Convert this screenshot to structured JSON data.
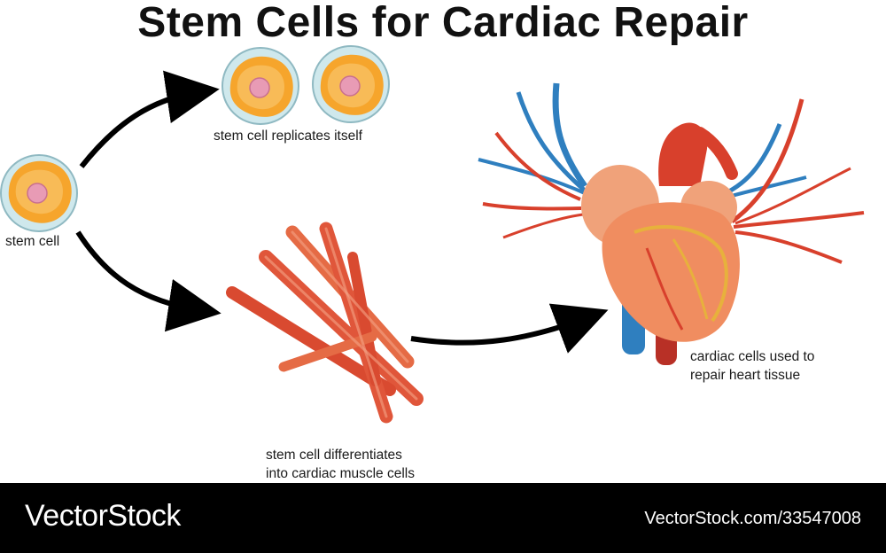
{
  "title": "Stem Cells for Cardiac Repair",
  "labels": {
    "stem_cell": "stem cell",
    "replicates": "stem cell replicates itself",
    "differentiates_line1": "stem cell differentiates",
    "differentiates_line2": "into cardiac muscle cells",
    "repair_line1": "cardiac cells used to",
    "repair_line2": "repair heart tissue"
  },
  "footer": {
    "brand": "VectorStock",
    "stock_id": "VectorStock.com/33547008"
  },
  "colors": {
    "background": "#ffffff",
    "title": "#111111",
    "arrow": "#000000",
    "cell_membrane": "#bfe0e6",
    "cell_cytoplasm": "#f5a32a",
    "cell_nucleus": "#e79ab4",
    "muscle": "#e0563a",
    "heart": "#f08d60",
    "artery": "#d8402c",
    "vein": "#2f7fbf",
    "footer_background": "#000000"
  },
  "icons": [
    "stem-cell",
    "dividing-cell",
    "cardiac-muscle-fibers",
    "heart",
    "arrow"
  ]
}
